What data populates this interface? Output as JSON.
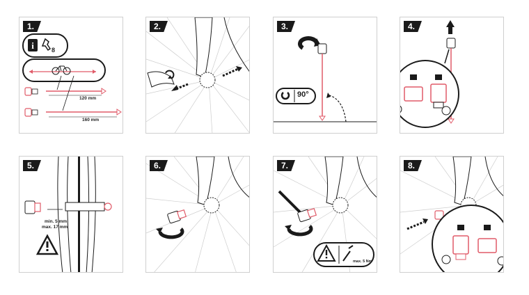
{
  "steps": [
    {
      "number": "1."
    },
    {
      "number": "2."
    },
    {
      "number": "3."
    },
    {
      "number": "4."
    },
    {
      "number": "5."
    },
    {
      "number": "6."
    },
    {
      "number": "7."
    },
    {
      "number": "8."
    }
  ],
  "step1": {
    "tool_size": "8",
    "length_short": "120 mm",
    "length_long": "160 mm"
  },
  "step3": {
    "rotation": "90°"
  },
  "step5": {
    "min_label": "min. 5 mm",
    "max_label": "max. 17 mm"
  },
  "step7": {
    "torque": "max. 5 Nm"
  },
  "colors": {
    "accent": "#e05a68",
    "ink": "#1a1a1a",
    "spoke": "#c9c9c9"
  }
}
